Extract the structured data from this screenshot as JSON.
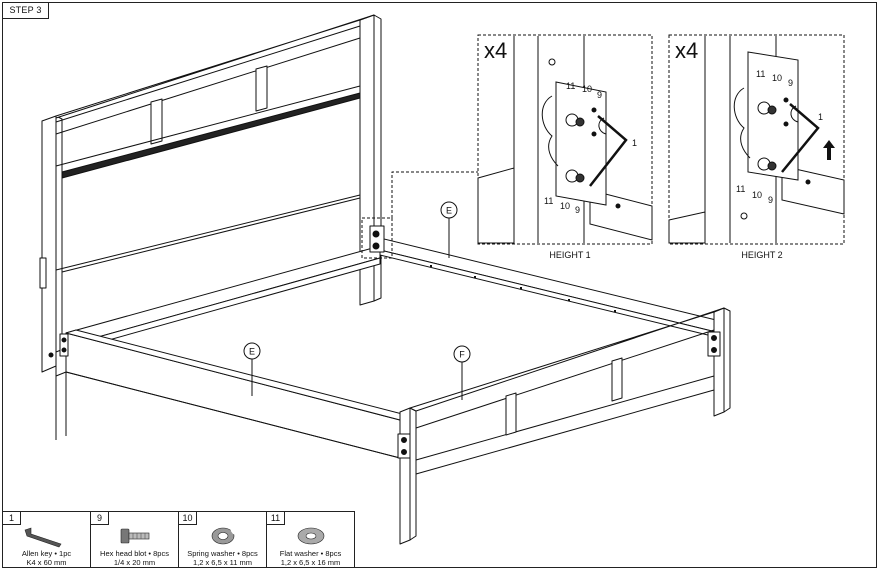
{
  "step": {
    "label": "STEP 3"
  },
  "callouts": {
    "rail_back": "E",
    "rail_side": "E",
    "footboard": "F"
  },
  "details": [
    {
      "multiplier": "x4",
      "caption": "HEIGHT 1",
      "numbers_top": [
        "11",
        "10",
        "9"
      ],
      "numbers_bottom": [
        "11",
        "10",
        "9"
      ],
      "key_number": "1"
    },
    {
      "multiplier": "x4",
      "caption": "HEIGHT 2",
      "numbers_top": [
        "11",
        "10",
        "9"
      ],
      "numbers_bottom": [
        "11",
        "10",
        "9"
      ],
      "key_number": "1"
    }
  ],
  "parts": [
    {
      "number": "1",
      "name": "Allen key • 1pc",
      "size": "K4 x 60 mm",
      "icon": "allen-key-icon"
    },
    {
      "number": "9",
      "name": "Hex head blot • 8pcs",
      "size": "1/4 x 20 mm",
      "icon": "hex-bolt-icon"
    },
    {
      "number": "10",
      "name": "Spring washer • 8pcs",
      "size": "1,2 x 6,5 x 11 mm",
      "icon": "spring-washer-icon"
    },
    {
      "number": "11",
      "name": "Flat washer • 8pcs",
      "size": "1,2 x 6,5 x 16 mm",
      "icon": "flat-washer-icon"
    }
  ]
}
